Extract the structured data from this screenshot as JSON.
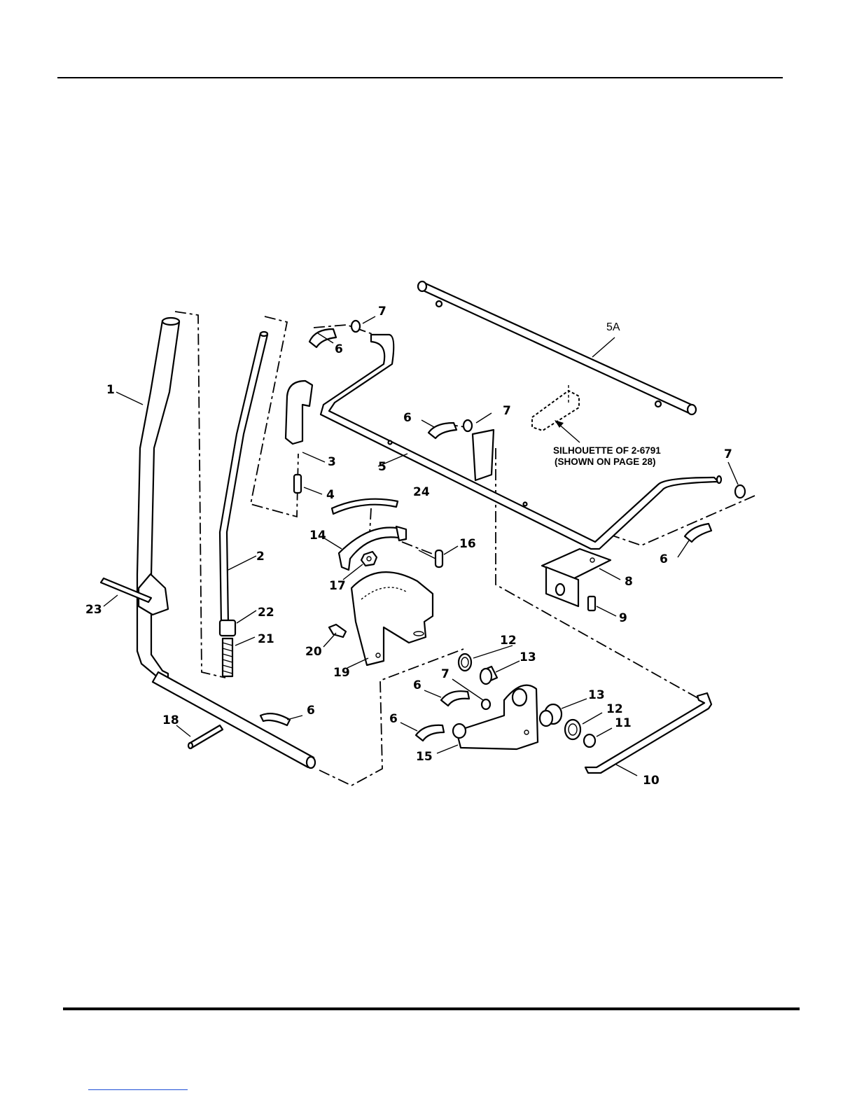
{
  "callouts": {
    "c1": "1",
    "c2": "2",
    "c3": "3",
    "c4": "4",
    "c5": "5",
    "c5a": "5A",
    "c6a": "6",
    "c6b": "6",
    "c6c": "6",
    "c6d": "6",
    "c6e": "6",
    "c6f": "6",
    "c7a": "7",
    "c7b": "7",
    "c7c": "7",
    "c7d": "7",
    "c8": "8",
    "c9": "9",
    "c10": "10",
    "c11": "11",
    "c12a": "12",
    "c12b": "12",
    "c13a": "13",
    "c13b": "13",
    "c14": "14",
    "c15": "15",
    "c16": "16",
    "c17": "17",
    "c18": "18",
    "c19": "19",
    "c20": "20",
    "c21": "21",
    "c22": "22",
    "c23": "23",
    "c24": "24"
  },
  "note": {
    "line1": "SILHOUETTE OF 2-6791",
    "line2": "(SHOWN ON PAGE 28)"
  }
}
